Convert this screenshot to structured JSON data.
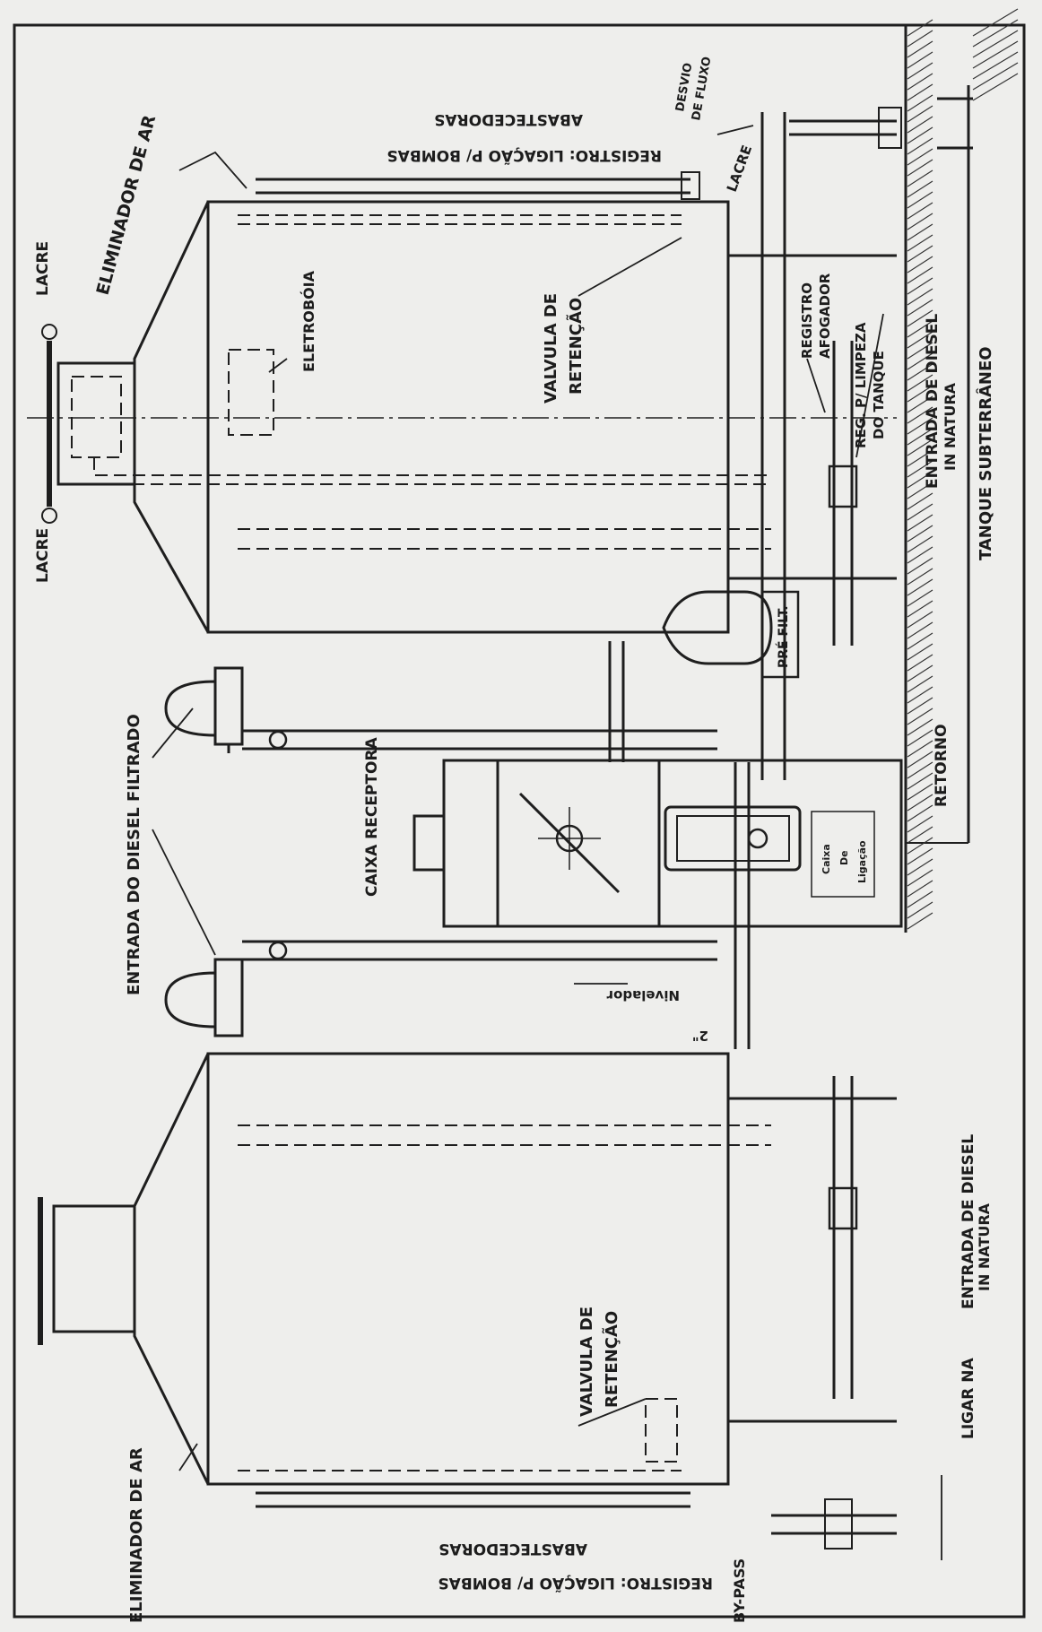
{
  "labels": {
    "lacre_top": "LACRE",
    "lacre_left": "LACRE",
    "lacre_right": "LACRE",
    "eliminador_top": "ELIMINADOR DE AR",
    "eliminador_bottom": "ELIMINADOR DE AR",
    "eletroboia": "ELETROBÓIA",
    "valvula_top_1": "VALVULA DE",
    "valvula_top_2": "RETENÇÃO",
    "valvula_bottom_1": "VALVULA DE",
    "valvula_bottom_2": "RETENÇÃO",
    "registro_top_1": "REGISTRO: LIGAÇÃO P/ BOMBAS",
    "registro_top_2": "ABASTECEDORAS",
    "registro_bottom_1": "REGISTRO: LIGAÇÃO P/ BOMBAS",
    "registro_bottom_2": "ABASTECEDORAS",
    "desvio_1": "DESVIO",
    "desvio_2": "DE FLUXO",
    "registro_afogador_1": "REGISTRO",
    "registro_afogador_2": "AFOGADOR",
    "reg_limpeza_1": "REG. P/ LIMPEZA",
    "reg_limpeza_2": "DO TANQUE",
    "entrada_diesel_top_1": "ENTRADA DE DIESEL",
    "entrada_diesel_top_2": "IN NATURA",
    "tanque": "TANQUE SUBTERRÂNEO",
    "pre_filt": "PRÉ FILT.",
    "entrada_filtrado": "ENTRADA DO DIESEL FILTRADO",
    "caixa_receptora": "CAIXA RECEPTORA",
    "caixa_ligacao_1": "Caixa",
    "caixa_ligacao_2": "De",
    "caixa_ligacao_3": "Ligação",
    "retorno": "RETORNO",
    "nivelador": "Nivelador",
    "dim_2": "2\"",
    "ligar_na": "LIGAR NA",
    "entrada_diesel_bottom_1": "ENTRADA DE DIESEL",
    "entrada_diesel_bottom_2": "IN NATURA",
    "bypass": "BY-PASS"
  }
}
